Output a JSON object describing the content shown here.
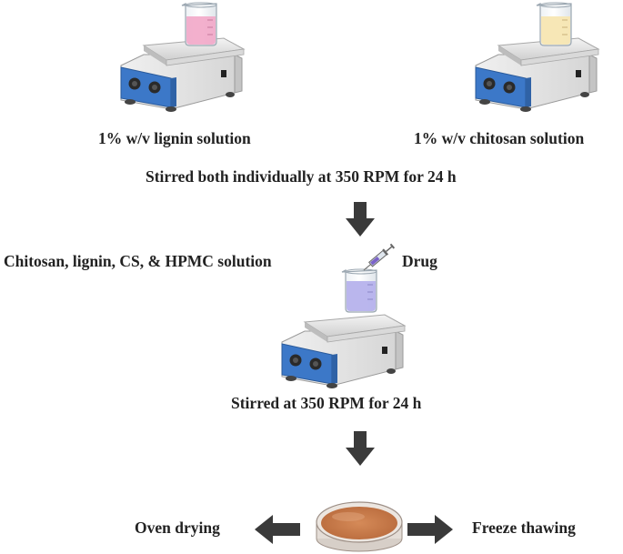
{
  "labels": {
    "lignin_solution": "1% w/v lignin solution",
    "chitosan_solution": "1% w/v chitosan solution",
    "stir_both": "Stirred both individually at 350 RPM for 24 h",
    "mixture_solution": "Chitosan, lignin, CS, & HPMC solution",
    "drug": "Drug",
    "stir_mixture": "Stirred at 350 RPM for 24 h",
    "oven_drying": "Oven drying",
    "freeze_thawing": "Freeze thawing"
  },
  "colors": {
    "lignin_liquid": "#f2a7c8",
    "chitosan_liquid": "#f7e6b2",
    "mixture_liquid": "#b6b2ec",
    "stirrer_blue": "#3c78c8",
    "arrow": "#3a3a3a",
    "petri_film": "#c87a4a"
  },
  "icons": [
    "magnetic-stirrer-icon",
    "beaker-icon",
    "syringe-icon",
    "petri-dish-icon",
    "arrow-icon"
  ]
}
